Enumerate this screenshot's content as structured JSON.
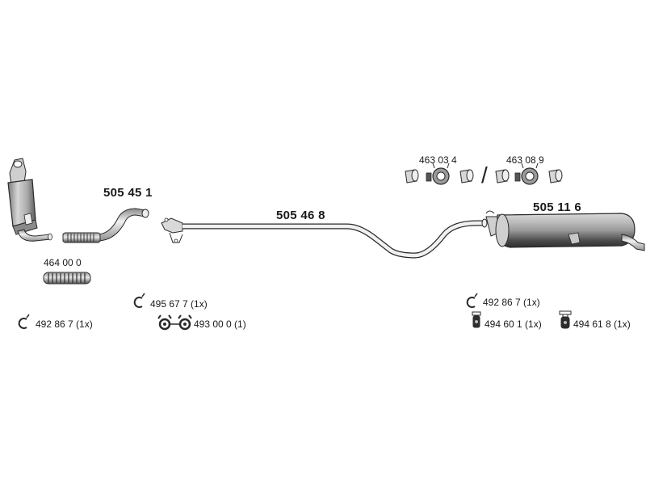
{
  "parts": {
    "catalyst_pipe": "505 45 1",
    "middle_pipe": "505 46 8",
    "rear_silencer": "505 11 6",
    "flex_hose": "464 00 0",
    "clamp_front": "463 03 4",
    "clamp_rear": "463 08 9",
    "clamp_left": "492 86 7 (1x)",
    "clamp_mid": "495 67 7 (1x)",
    "gasket_set": "493 00 0 (1)",
    "clamp_right": "492 86 7  (1x)",
    "rubber_mount_a": "494 60 1 (1x)",
    "rubber_mount_b": "494 61 8 (1x)"
  },
  "separator": "/",
  "colors": {
    "line": "#2a2a2a",
    "fill_light": "#e6e6e6",
    "fill_mid": "#b9b9b9",
    "fill_dark": "#6e6e6e"
  }
}
